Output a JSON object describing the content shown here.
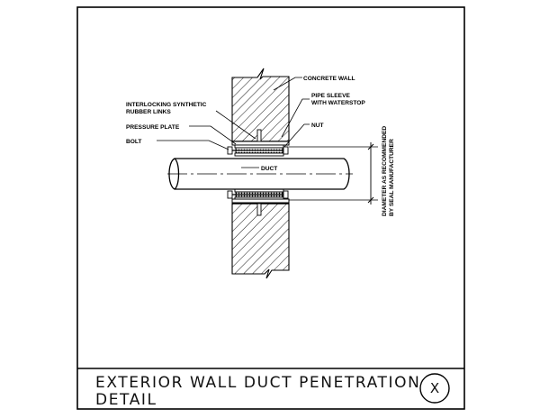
{
  "labels": {
    "concrete_wall": "CONCRETE WALL",
    "pipe_sleeve_1": "PIPE SLEEVE",
    "pipe_sleeve_2": "WITH WATERSTOP",
    "nut": "NUT",
    "links_1": "INTERLOCKING SYNTHETIC",
    "links_2": "RUBBER LINKS",
    "pressure_plate": "PRESSURE PLATE",
    "bolt": "BOLT",
    "duct": "DUCT",
    "diameter_1": "DIAMETER AS RECOMMENDED",
    "diameter_2": "BY SEAL MANUFACTURER"
  },
  "title": {
    "line1": "EXTERIOR WALL DUCT PENETRATION",
    "line2": "DETAIL",
    "detail_id": "X"
  }
}
